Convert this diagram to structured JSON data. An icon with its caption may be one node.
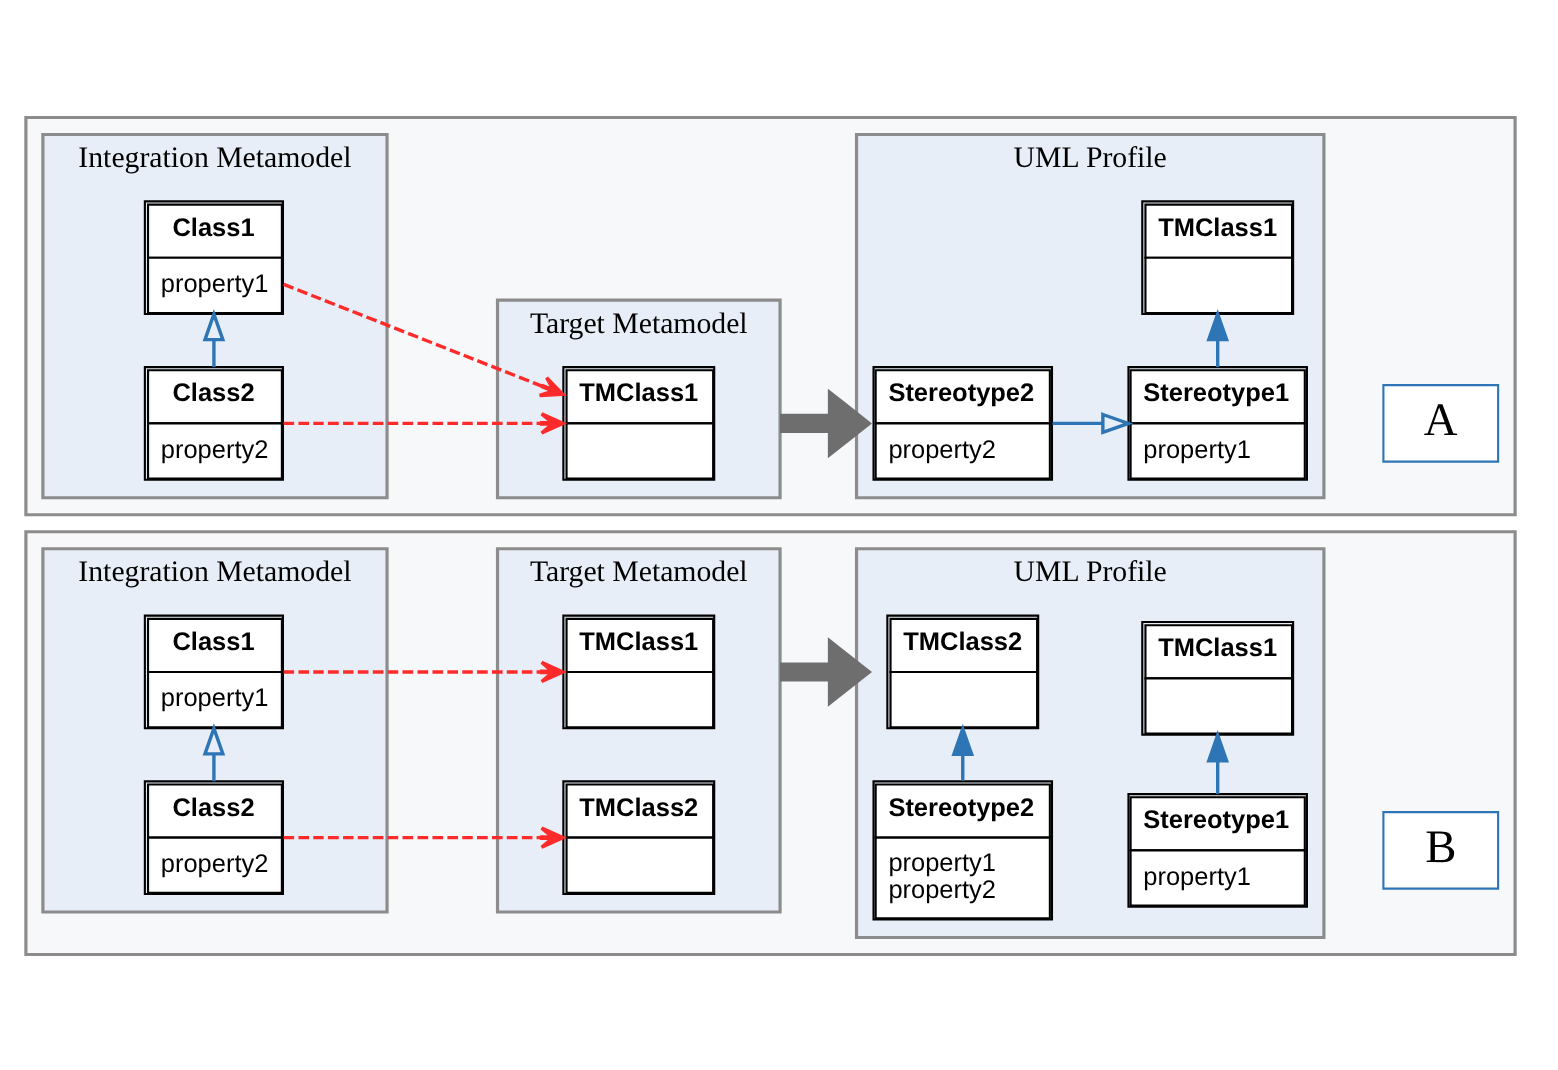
{
  "diagram": {
    "nodes": [
      {
        "text": [],
        "shape": "box"
      },
      {
        "text": [
          "A"
        ],
        "in": 0
      },
      {
        "text": [
          "Integration Metamodel"
        ],
        "in": 0
      },
      {
        "text": [
          "Class1",
          "property1"
        ],
        "in": 2
      },
      {
        "text": [
          "Class2",
          "property2"
        ],
        "in": 2
      },
      {
        "text": [
          "Target Metamodel"
        ],
        "in": 0
      },
      {
        "text": [
          "TMClass1"
        ],
        "in": 5
      },
      {
        "text": [
          "UML Profile"
        ],
        "in": 0
      },
      {
        "text": [
          "TMClass1"
        ],
        "in": 7
      },
      {
        "text": [
          "Stereotype2",
          "property2"
        ],
        "in": 7
      },
      {
        "text": [
          "Stereotype1",
          "property1"
        ],
        "in": 7
      },
      {
        "text": [],
        "shape": "box"
      },
      {
        "text": [
          "B"
        ],
        "in": 11
      },
      {
        "text": [
          "Integration Metamodel"
        ],
        "in": 11
      },
      {
        "text": [
          "Class1",
          "property1"
        ],
        "in": 13
      },
      {
        "text": [
          "Class2",
          "property2"
        ],
        "in": 13
      },
      {
        "text": [
          "Target Metamodel"
        ],
        "in": 11
      },
      {
        "text": [
          "TMClass1"
        ],
        "in": 16
      },
      {
        "text": [
          "TMClass2"
        ],
        "in": 16
      },
      {
        "text": [
          "UML Profile"
        ],
        "in": 11
      },
      {
        "text": [
          "TMClass2"
        ],
        "in": 19
      },
      {
        "text": [
          "TMClass1"
        ],
        "in": 19
      },
      {
        "text": [
          "Stereotype2",
          "property1",
          "property2"
        ],
        "in": 19
      },
      {
        "text": [
          "Stereotype1",
          "property1"
        ],
        "in": 19
      }
    ],
    "edges": [
      {
        "from": 3,
        "to": 6,
        "arrow": "to",
        "style": "dashed",
        "color": "#ff2a2a"
      },
      {
        "from": 4,
        "to": 6,
        "arrow": "to",
        "style": "dashed",
        "color": "#ff2a2a"
      },
      {
        "from": 4,
        "to": 3,
        "arrow": "to"
      },
      {
        "from": 5,
        "to": 7,
        "arrow": "to",
        "style": "thick",
        "color": "#6e6e6e"
      },
      {
        "from": 10,
        "to": 8,
        "arrow": "to"
      },
      {
        "from": 9,
        "to": 10,
        "arrow": "to"
      },
      {
        "from": 14,
        "to": 17,
        "arrow": "to",
        "style": "dashed",
        "color": "#ff2a2a"
      },
      {
        "from": 15,
        "to": 18,
        "arrow": "to",
        "style": "dashed",
        "color": "#ff2a2a"
      },
      {
        "from": 15,
        "to": 14,
        "arrow": "to"
      },
      {
        "from": 16,
        "to": 19,
        "arrow": "to",
        "style": "thick",
        "color": "#6e6e6e"
      },
      {
        "from": 22,
        "to": 20,
        "arrow": "to"
      },
      {
        "from": 23,
        "to": 21,
        "arrow": "to"
      }
    ]
  }
}
